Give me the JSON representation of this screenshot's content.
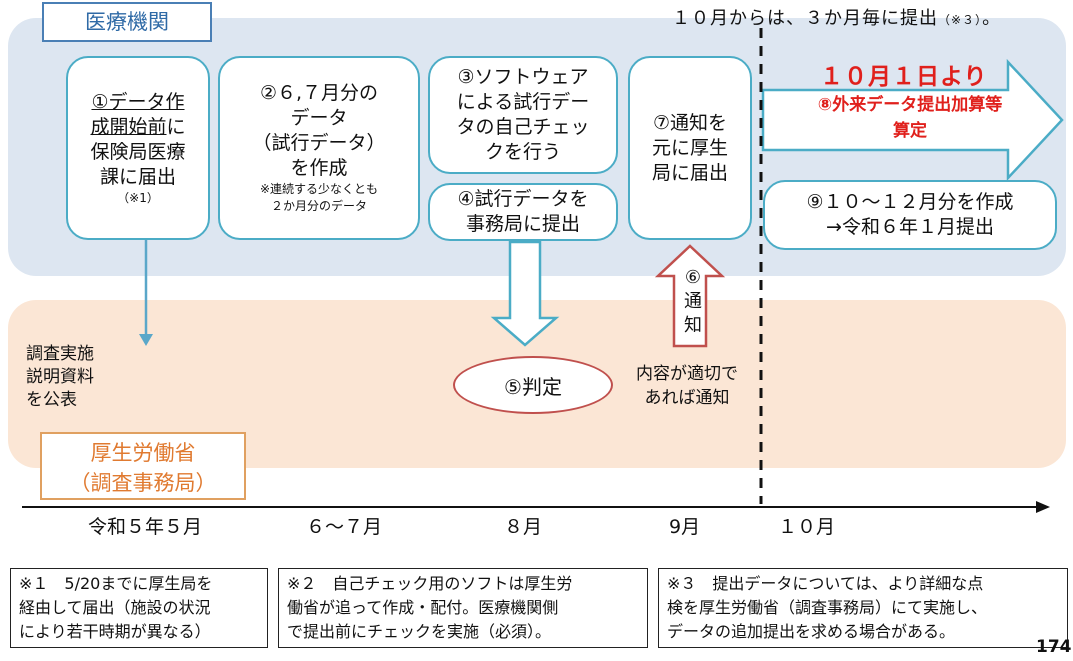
{
  "labels": {
    "hospital": "医療機関",
    "mhlw_line1": "厚生労働省",
    "mhlw_line2": "（調査事務局）"
  },
  "top_note": {
    "main": "１０月からは、３か月毎に提出",
    "ref": "（※３）",
    "end": "。"
  },
  "steps": {
    "s1": {
      "underlined": "①データ作成開始前",
      "line1": "①データ作",
      "line2": "成開始前",
      "rest1": "に",
      "rest2": "保険局医療",
      "rest3": "課に届出",
      "note": "（※1）"
    },
    "s2": {
      "line1": "②６,７月分の",
      "line2": "データ",
      "line3": "（試行データ）",
      "line4": "を作成",
      "note1": "※連続する少なくとも",
      "note2": "２か月分のデータ"
    },
    "s3": {
      "line1": "③ソフトウェア",
      "line2": "による試行デー",
      "line3": "タの自己チェッ",
      "line4": "クを行う"
    },
    "s4": {
      "line1": "④試行データを",
      "line2": "事務局に提出"
    },
    "s7": {
      "line1": "⑦通知を",
      "line2": "元に厚生",
      "line3": "局に届出"
    },
    "s9": {
      "line1": "⑨１０～１２月分を作成",
      "line2": "→令和６年１月提出"
    }
  },
  "oct_start": "１０月１日より",
  "big_arrow": {
    "line1": "⑧外来データ提出加算等",
    "line2": "算定"
  },
  "judge": "⑤判定",
  "notify_arrow": {
    "line1": "⑥",
    "line2": "通",
    "line3": "知"
  },
  "notify_text": {
    "line1": "内容が適切で",
    "line2": "あれば通知"
  },
  "publication": {
    "line1": "調査実施",
    "line2": "説明資料",
    "line3": "を公表"
  },
  "timeline": [
    "令和５年５月",
    "６～７月",
    "８月",
    "9月",
    "１０月"
  ],
  "footnotes": {
    "f1": {
      "line1": "※１　5/20までに厚生局を",
      "line2": "経由して届出（施設の状況",
      "line3": "により若干時期が異なる）"
    },
    "f2": {
      "line1": "※２　自己チェック用のソフトは厚生労",
      "line2": "働省が追って作成・配付。医療機関側",
      "line3": "で提出前にチェックを実施（必須）。"
    },
    "f3": {
      "line1": "※３　提出データについては、より詳細な点",
      "line2": "検を厚生労働省（調査事務局）にて実施し、",
      "line3": "データの追加提出を求める場合がある。"
    }
  },
  "page_number": "174",
  "colors": {
    "step_border": "#4bacc6",
    "accent_red": "#e0201c",
    "band_blue": "#dde6f1",
    "band_orange": "#fbe6d5"
  }
}
